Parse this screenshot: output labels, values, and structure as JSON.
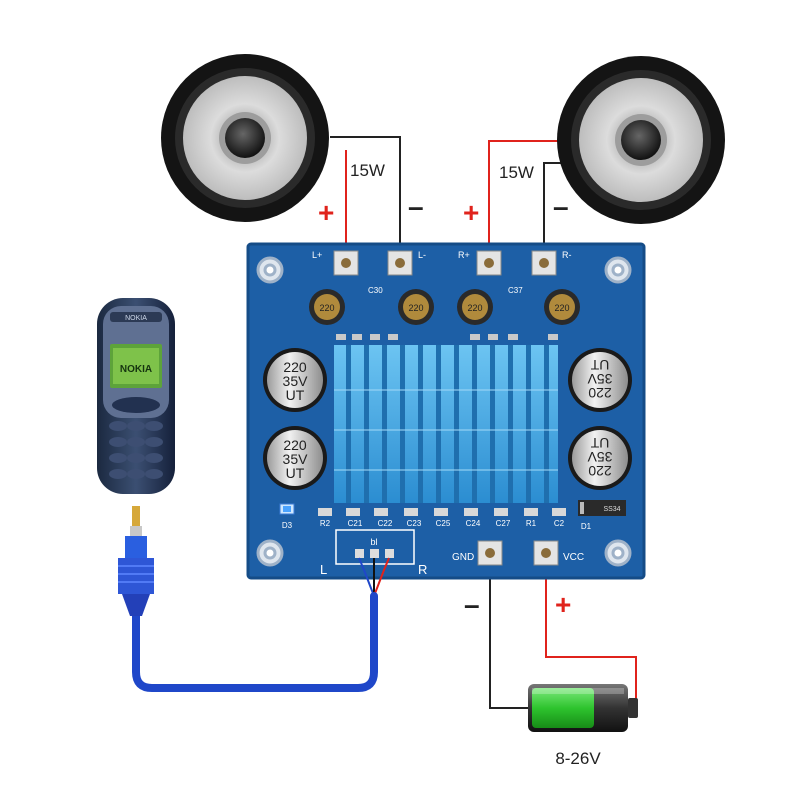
{
  "speakers": {
    "left": {
      "power": "15W",
      "plus": "+",
      "minus": "–"
    },
    "right": {
      "power": "15W",
      "plus": "+",
      "minus": "–"
    }
  },
  "board": {
    "terminals": {
      "l_plus": "L+",
      "l_minus": "L-",
      "r_plus": "R+",
      "r_minus": "R-",
      "gnd": "GND",
      "vcc": "VCC"
    },
    "caps_top": [
      "220",
      "220",
      "220",
      "220"
    ],
    "cap_labels_top": [
      "C30",
      "C37"
    ],
    "electrolytic": {
      "value": "220",
      "voltage": "35V",
      "series": "UT"
    },
    "components_bottom": [
      "R2",
      "C21",
      "C22",
      "C23",
      "C25",
      "C24",
      "C27",
      "R1",
      "C2"
    ],
    "led": "D3",
    "diode": "D1",
    "diode_mark": "SS34",
    "input_header": "bl",
    "input_left": "L",
    "input_right": "R"
  },
  "phone": {
    "brand": "NOKIA",
    "display": "NOKIA"
  },
  "power": {
    "voltage": "8-26V",
    "plus": "+",
    "minus": "–"
  },
  "colors": {
    "pcb": "#1d5fa6",
    "pcb_dark": "#154c87",
    "heatsink": "#3fa9e6",
    "wire_red": "#e0231c",
    "wire_black": "#222222",
    "cable_blue": "#1f47c9",
    "battery_green": "#2ec42e"
  }
}
